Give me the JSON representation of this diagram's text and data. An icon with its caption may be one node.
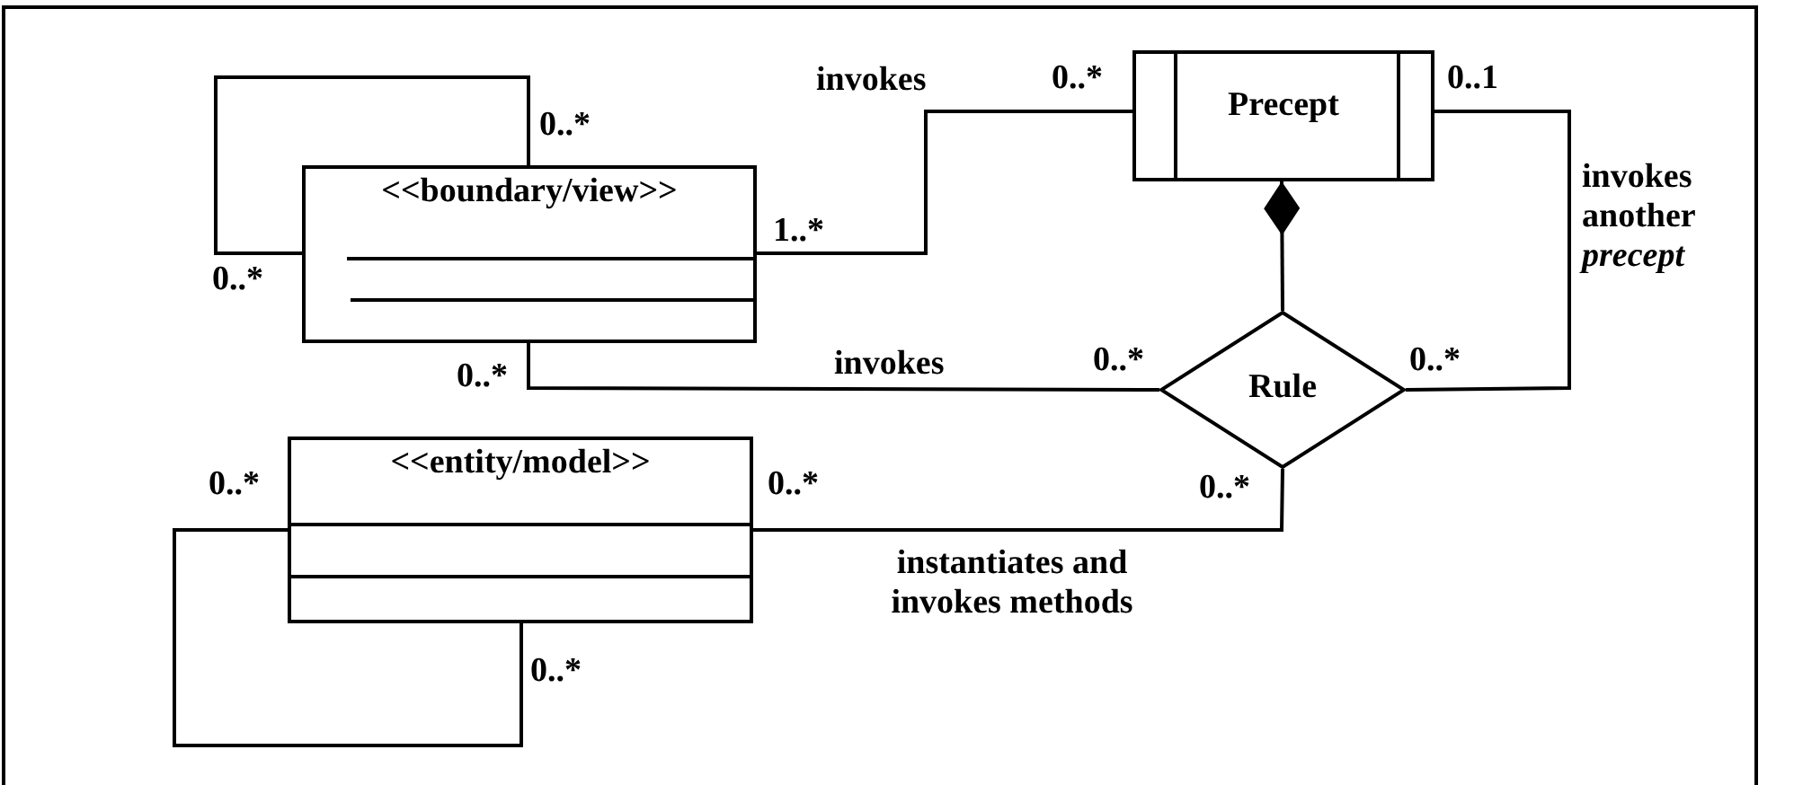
{
  "diagram": {
    "nodes": [
      {
        "text": [
          "<<boundary/view>>"
        ]
      },
      {
        "text": [
          "Precept"
        ]
      },
      {
        "text": [
          "Rule"
        ]
      },
      {
        "text": [
          "<<entity/model>>"
        ]
      }
    ],
    "edges": [
      {
        "from": 0,
        "to": 0,
        "arrow": "none"
      },
      {
        "from": 0,
        "to": 1,
        "arrow": "none",
        "label": "invokes"
      },
      {
        "from": 0,
        "to": 2,
        "arrow": "none",
        "label": "invokes"
      },
      {
        "from": 2,
        "to": 1,
        "arrow": "other"
      },
      {
        "from": 2,
        "to": 1,
        "arrow": "none",
        "label": "invokes another *precept*"
      },
      {
        "from": 3,
        "to": 2,
        "arrow": "none",
        "label": "instantiates and invokes methods"
      },
      {
        "from": 3,
        "to": 3,
        "arrow": "none"
      }
    ],
    "labels": [
      "0..*",
      "0..1",
      "0..*",
      "1..*",
      "0..*",
      "0..*",
      "0..*",
      "0..*",
      "0..*",
      "0..*",
      "0..*",
      "0..*"
    ]
  }
}
